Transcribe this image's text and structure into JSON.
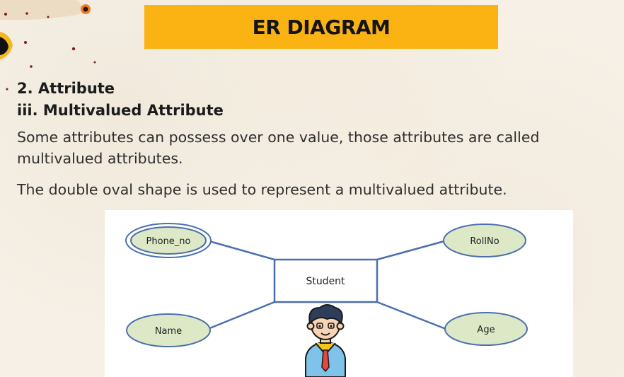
{
  "title": "ER DIAGRAM",
  "section": "2. Attribute",
  "subsection": "iii. Multivalued Attribute",
  "paragraphs": [
    "Some attributes can possess over one value, those attributes are called multivalued attributes.",
    "The double oval shape is used to represent a multivalued attribute."
  ],
  "diagram": {
    "entity": "Student",
    "multivalued_attribute": "Phone_no",
    "attributes": [
      "RollNo",
      "Name",
      "Age"
    ],
    "colors": {
      "oval_fill": "#dde8c7",
      "stroke": "#4b6fae",
      "banner": "#fbb313"
    }
  }
}
